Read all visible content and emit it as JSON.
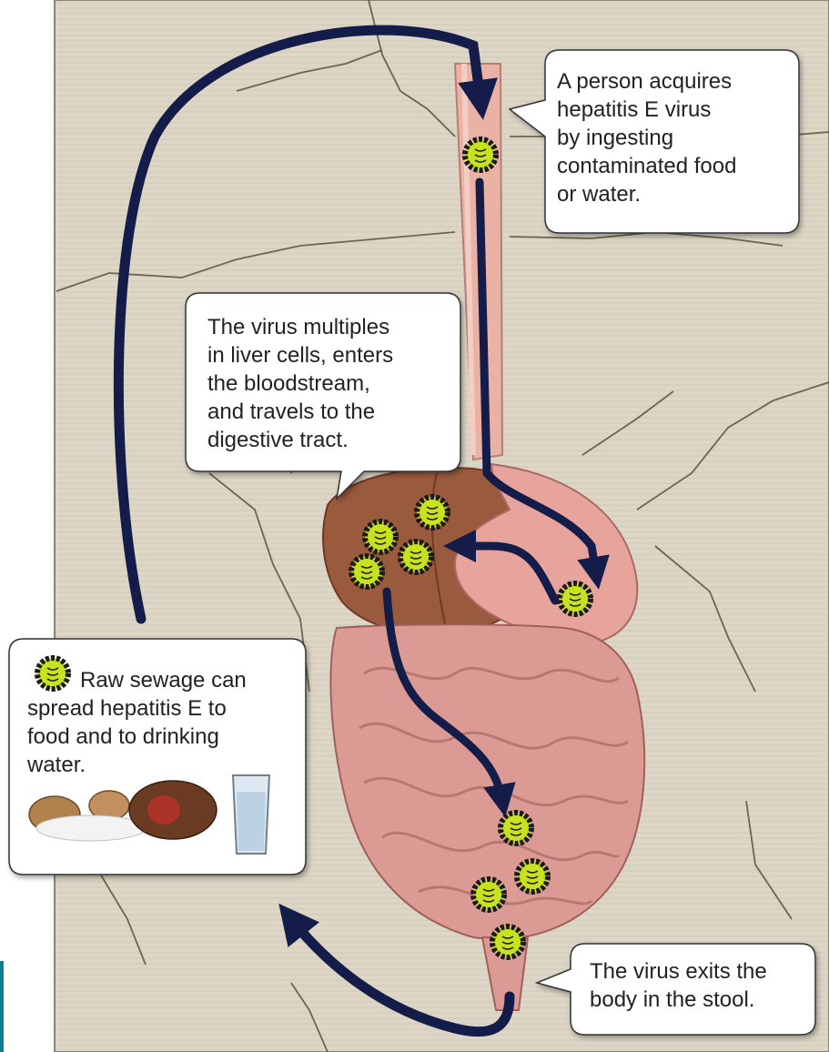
{
  "callouts": {
    "ingest": "A person acquires\nhepatitis E virus\nby ingesting\ncontaminated food\nor water.",
    "liver": "The virus multiples\nin liver cells, enters\nthe bloodstream,\nand travels to the\ndigestive tract.",
    "sewage": "Raw sewage can\nspread hepatitis E to\nfood and to drinking\nwater.",
    "exit": "The virus exits the\nbody in the stool."
  },
  "icons": {
    "virus": "virus-particle-icon",
    "food": "food-items-icon",
    "water": "water-glass-icon"
  },
  "colors": {
    "background": "#ddd6c6",
    "arrow": "#141d4a",
    "virus_fill": "#c8e21e",
    "virus_ring": "#1a1a1a",
    "liver": "#9a5a3d",
    "intestine": "#dc9a94",
    "esophagus": "#e9b2a5",
    "accent_bar": "#0a7f95"
  }
}
